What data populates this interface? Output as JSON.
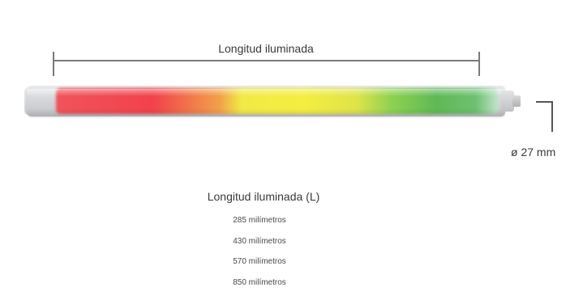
{
  "dimension": {
    "illuminated_length_label": "Longitud iluminada",
    "diameter_label": "ø 27 mm"
  },
  "tube": {
    "colors": [
      "#f1424c",
      "#f4ee40",
      "#5fb955"
    ],
    "segments": [
      "red",
      "yellow",
      "green"
    ]
  },
  "lengths": {
    "title": "Longitud iluminada (L)",
    "items": [
      "285 milímetros",
      "430 milímetros",
      "570 milímetros",
      "850 milímetros"
    ]
  }
}
